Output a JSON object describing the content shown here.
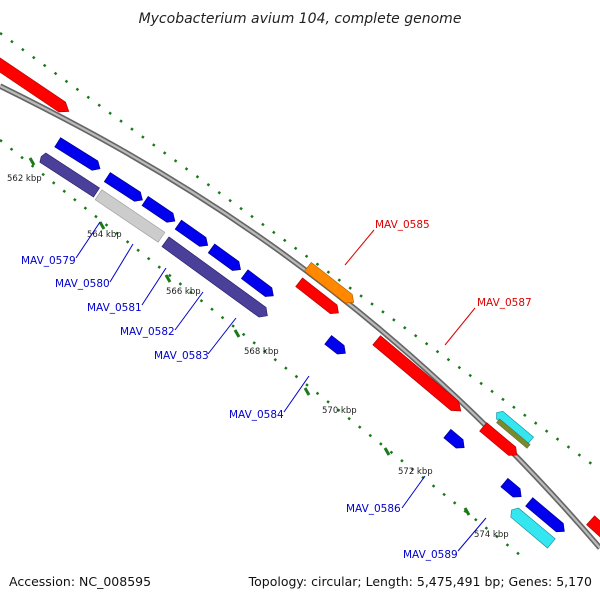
{
  "title": "Mycobacterium avium 104, complete genome",
  "footer": {
    "accession": "Accession: NC_008595",
    "topology": "Topology: circular; Length: 5,475,491 bp; Genes: 5,170"
  },
  "colors": {
    "backbone": "#888888",
    "tick_marks": "#1a7a1a",
    "blue_gene": "#0000ee",
    "navy_gene": "#4a3f99",
    "gray_gene": "#cccccc",
    "red_gene": "#ff0000",
    "orange_gene": "#ff8800",
    "cyan_gene": "#33e6f0",
    "olive_gene": "#7a8a2a",
    "label_blue": "#0000cc",
    "label_red": "#dd0000"
  },
  "tick_labels": [
    "562 kbp",
    "564 kbp",
    "566 kbp",
    "568 kbp",
    "570 kbp",
    "572 kbp",
    "574 kbp"
  ],
  "gene_labels": [
    {
      "text": "MAV_0579",
      "color": "blue"
    },
    {
      "text": "MAV_0580",
      "color": "blue"
    },
    {
      "text": "MAV_0581",
      "color": "blue"
    },
    {
      "text": "MAV_0582",
      "color": "blue"
    },
    {
      "text": "MAV_0583",
      "color": "blue"
    },
    {
      "text": "MAV_0584",
      "color": "blue"
    },
    {
      "text": "MAV_0585",
      "color": "red"
    },
    {
      "text": "MAV_0586",
      "color": "blue"
    },
    {
      "text": "MAV_0587",
      "color": "red"
    },
    {
      "text": "MAV_0589",
      "color": "blue"
    }
  ]
}
